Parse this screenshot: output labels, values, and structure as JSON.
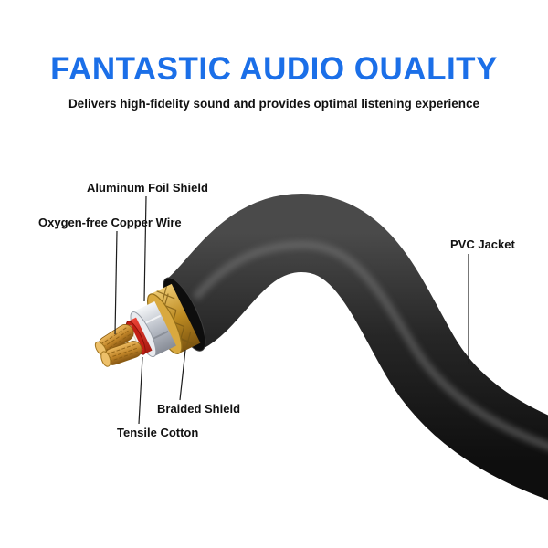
{
  "title": "FANTASTIC AUDIO OUALITY",
  "subtitle": "Delivers high-fidelity sound and provides optimal listening experience",
  "labels": {
    "aluminum_foil": "Aluminum Foil Shield",
    "copper_wire": "Oxygen-free Copper Wire",
    "pvc_jacket": "PVC Jacket",
    "braided_shield": "Braided Shield",
    "tensile_cotton": "Tensile Cotton"
  },
  "colors": {
    "title_blue": "#1b6fe8",
    "text_black": "#111111",
    "cable_black": "#262626",
    "braid_gold": "#c79a33",
    "foil_silver": "#c6cad1",
    "insulation_red": "#c8241a",
    "cotton_white": "#f5f2e9",
    "copper": "#c98f33"
  }
}
